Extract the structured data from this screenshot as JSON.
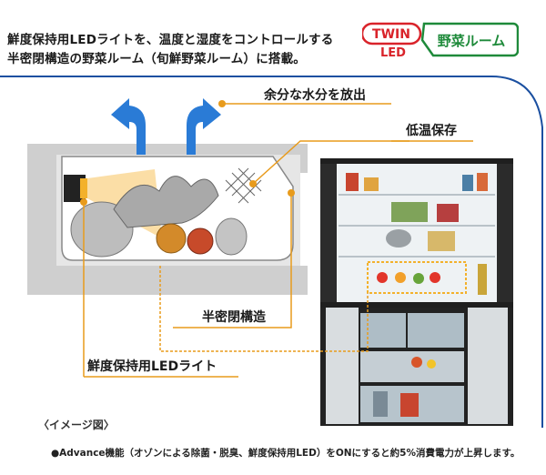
{
  "headline": {
    "line1": "鮮度保持用LEDライトを、温度と湿度をコントロールする",
    "line2": "半密閉構造の野菜ルーム（旬鮮野菜ルーム）に搭載。"
  },
  "badge": {
    "twin": "TWIN",
    "led": "LED",
    "room": "野菜ルーム",
    "colors": {
      "red": "#d9232a",
      "green": "#1e8a3a"
    }
  },
  "callouts": {
    "moisture": "余分な水分を放出",
    "lowtemp": "低温保存",
    "semi_sealed": "半密閉構造",
    "led_light": "鮮度保持用LEDライト"
  },
  "caption": "〈イメージ図〉",
  "footnote": "●Advance機能（オゾンによる除菌・脱臭、鮮度保持用LED）をONにすると約5%消費電力が上昇します。",
  "colors": {
    "accent": "#1a4fa0",
    "leader": "#e89b1c",
    "arrow": "#2a7bd6"
  }
}
